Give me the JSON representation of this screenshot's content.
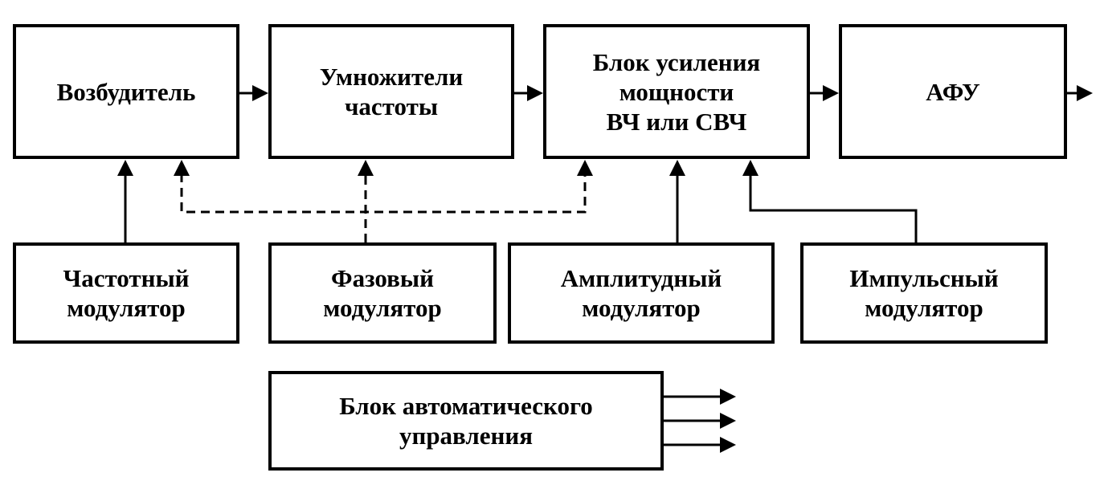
{
  "diagram": {
    "blocks": [
      {
        "id": "exciter",
        "label": "Возбудитель"
      },
      {
        "id": "multipliers",
        "label": "Умножители\nчастоты"
      },
      {
        "id": "power_amp",
        "label": "Блок усиления\nмощности\nВЧ или СВЧ"
      },
      {
        "id": "afu",
        "label": "АФУ"
      },
      {
        "id": "freq_mod",
        "label": "Частотный\nмодулятор"
      },
      {
        "id": "phase_mod",
        "label": "Фазовый\nмодулятор"
      },
      {
        "id": "amp_mod",
        "label": "Амплитудный\nмодулятор"
      },
      {
        "id": "pulse_mod",
        "label": "Импульсный\nмодулятор"
      },
      {
        "id": "auto_ctrl",
        "label": "Блок автоматического\nуправления"
      }
    ],
    "connections": [
      {
        "from": "exciter",
        "to": "multipliers",
        "style": "solid"
      },
      {
        "from": "multipliers",
        "to": "power_amp",
        "style": "solid"
      },
      {
        "from": "power_amp",
        "to": "afu",
        "style": "solid"
      },
      {
        "from": "afu",
        "to": "output",
        "style": "solid"
      },
      {
        "from": "freq_mod",
        "to": "exciter",
        "style": "solid"
      },
      {
        "from": "phase_mod",
        "to": "exciter",
        "style": "dashed"
      },
      {
        "from": "phase_mod",
        "to": "multipliers",
        "style": "dashed"
      },
      {
        "from": "phase_mod",
        "to": "power_amp",
        "style": "dashed"
      },
      {
        "from": "amp_mod",
        "to": "power_amp",
        "style": "solid"
      },
      {
        "from": "pulse_mod",
        "to": "power_amp",
        "style": "solid"
      },
      {
        "from": "auto_ctrl",
        "to": "output",
        "style": "solid",
        "count": 3
      }
    ]
  }
}
